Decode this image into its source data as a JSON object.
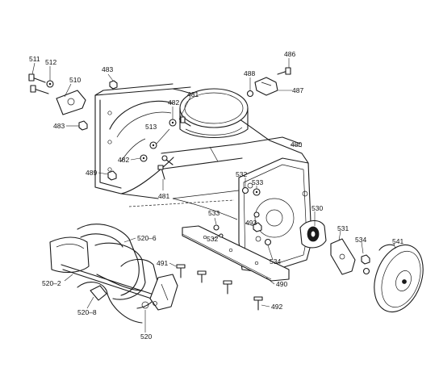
{
  "part_labels": [
    {
      "id": "l511",
      "text": "511"
    },
    {
      "id": "l512",
      "text": "512"
    },
    {
      "id": "l510",
      "text": "510"
    },
    {
      "id": "l483a",
      "text": "483"
    },
    {
      "id": "l483b",
      "text": "483"
    },
    {
      "id": "l481a",
      "text": "481"
    },
    {
      "id": "l482a",
      "text": "482"
    },
    {
      "id": "l513",
      "text": "513"
    },
    {
      "id": "l482b",
      "text": "482"
    },
    {
      "id": "l489",
      "text": "489"
    },
    {
      "id": "l481b",
      "text": "481"
    },
    {
      "id": "l486",
      "text": "486"
    },
    {
      "id": "l488",
      "text": "488"
    },
    {
      "id": "l487",
      "text": "487"
    },
    {
      "id": "l480",
      "text": "480"
    },
    {
      "id": "l532a",
      "text": "532"
    },
    {
      "id": "l533a",
      "text": "533"
    },
    {
      "id": "l533b",
      "text": "533"
    },
    {
      "id": "l493",
      "text": "493"
    },
    {
      "id": "l532b",
      "text": "532"
    },
    {
      "id": "l530",
      "text": "530"
    },
    {
      "id": "l531",
      "text": "531"
    },
    {
      "id": "l534a",
      "text": "534"
    },
    {
      "id": "l534b",
      "text": "534"
    },
    {
      "id": "l541",
      "text": "541"
    },
    {
      "id": "l520-6",
      "text": "520–6"
    },
    {
      "id": "l491",
      "text": "491"
    },
    {
      "id": "l490",
      "text": "490"
    },
    {
      "id": "l492",
      "text": "492"
    },
    {
      "id": "l520-2",
      "text": "520–2"
    },
    {
      "id": "l520-8",
      "text": "520–8"
    },
    {
      "id": "l520",
      "text": "520"
    }
  ]
}
